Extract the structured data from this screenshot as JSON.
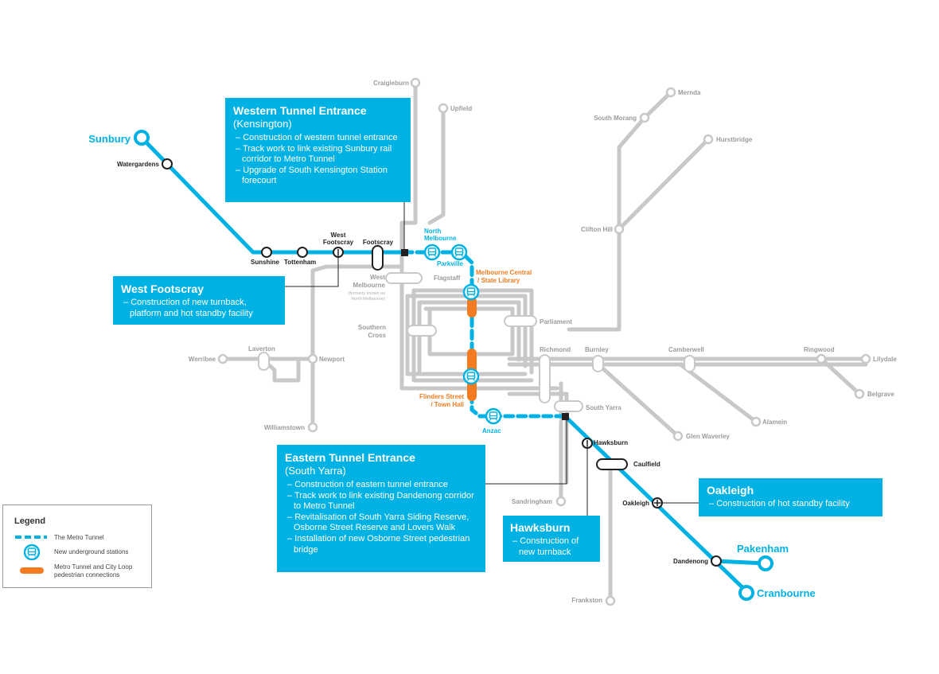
{
  "map": {
    "colors": {
      "tunnel": "#00b2e3",
      "rail": "#c8c8c8",
      "connection": "#f47b20",
      "label": "#9b9b9b",
      "dark": "#231f20"
    },
    "line_termini": {
      "sunbury": "Sunbury",
      "pakenham": "Pakenham",
      "cranbourne": "Cranbourne"
    },
    "tunnel_stations": {
      "north_melbourne": "North Melbourne",
      "parkville": "Parkville",
      "melbourne_central": "Melbourne Central / State Library",
      "flinders_street": "Flinders Street / Town Hall",
      "anzac": "Anzac"
    },
    "stations_dark": {
      "watergardens": "Watergardens",
      "sunshine": "Sunshine",
      "tottenham": "Tottenham",
      "west_footscray": "West Footscray",
      "footscray": "Footscray",
      "hawksburn": "Hawksburn",
      "caulfield": "Caulfield",
      "oakleigh": "Oakleigh",
      "dandenong": "Dandenong"
    },
    "stations_grey": {
      "craigieburn": "Craigieburn",
      "upfield": "Upfield",
      "mernda": "Mernda",
      "south_morang": "South Morang",
      "hurstbridge": "Hurstbridge",
      "clifton_hill": "Clifton Hill",
      "west_melbourne": "West Melbourne",
      "west_melbourne_note": "(formerly known as North Melbourne)",
      "flagstaff": "Flagstaff",
      "southern_cross": "Southern Cross",
      "parliament": "Parliament",
      "richmond": "Richmond",
      "burnley": "Burnley",
      "camberwell": "Camberwell",
      "ringwood": "Ringwood",
      "lilydale": "Lilydale",
      "belgrave": "Belgrave",
      "alamein": "Alamein",
      "glen_waverley": "Glen Waverley",
      "south_yarra": "South Yarra",
      "werribee": "Werribee",
      "laverton": "Laverton",
      "newport": "Newport",
      "williamstown": "Williamstown",
      "sandringham": "Sandringham",
      "frankston": "Frankston"
    }
  },
  "callouts": {
    "western": {
      "title": "Western Tunnel Entrance",
      "subtitle": "(Kensington)",
      "items": [
        "Construction of western tunnel entrance",
        "Track work to link existing Sunbury rail corridor to Metro Tunnel",
        "Upgrade of South Kensington Station forecourt"
      ]
    },
    "west_footscray": {
      "title": "West Footscray",
      "items": [
        "Construction of new turnback, platform and hot standby facility"
      ]
    },
    "eastern": {
      "title": "Eastern Tunnel Entrance",
      "subtitle": "(South Yarra)",
      "items": [
        "Construction of eastern tunnel entrance",
        "Track work to link existing Dandenong corridor to Metro Tunnel",
        "Revitalisation of South Yarra Siding Reserve, Osborne Street Reserve and Lovers Walk",
        "Installation of new Osborne Street pedestrian bridge"
      ]
    },
    "hawksburn": {
      "title": "Hawksburn",
      "items": [
        "Construction of new turnback"
      ]
    },
    "oakleigh": {
      "title": "Oakleigh",
      "items": [
        "Construction of hot standby facility"
      ]
    }
  },
  "legend": {
    "title": "Legend",
    "items": [
      {
        "label": "The Metro Tunnel",
        "icon": "tunnel-line-icon"
      },
      {
        "label": "New underground stations",
        "icon": "underground-station-icon"
      },
      {
        "label": "Metro Tunnel and City Loop pedestrian connections",
        "icon": "pedestrian-connection-icon"
      }
    ]
  }
}
